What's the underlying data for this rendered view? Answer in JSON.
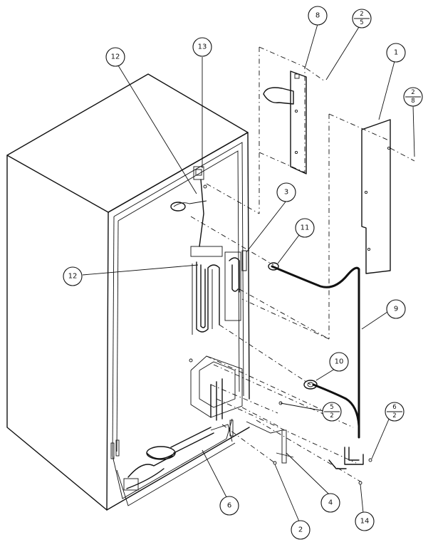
{
  "callouts": [
    {
      "id": "c1",
      "label": "1"
    },
    {
      "id": "c2",
      "label": "2"
    },
    {
      "id": "c3",
      "label": "3"
    },
    {
      "id": "c4",
      "label": "4"
    },
    {
      "id": "c6",
      "label": "6"
    },
    {
      "id": "c8",
      "label": "8"
    },
    {
      "id": "c9",
      "label": "9"
    },
    {
      "id": "c10",
      "label": "10"
    },
    {
      "id": "c11",
      "label": "11"
    },
    {
      "id": "c12a",
      "label": "12"
    },
    {
      "id": "c12b",
      "label": "12"
    },
    {
      "id": "c13",
      "label": "13"
    },
    {
      "id": "c14",
      "label": "14"
    }
  ],
  "fractions": [
    {
      "id": "f1",
      "top": "2",
      "bottom": "5"
    },
    {
      "id": "f2",
      "top": "2",
      "bottom": "8"
    },
    {
      "id": "f3",
      "top": "5",
      "bottom": "2"
    },
    {
      "id": "f4",
      "top": "6",
      "bottom": "2"
    }
  ]
}
